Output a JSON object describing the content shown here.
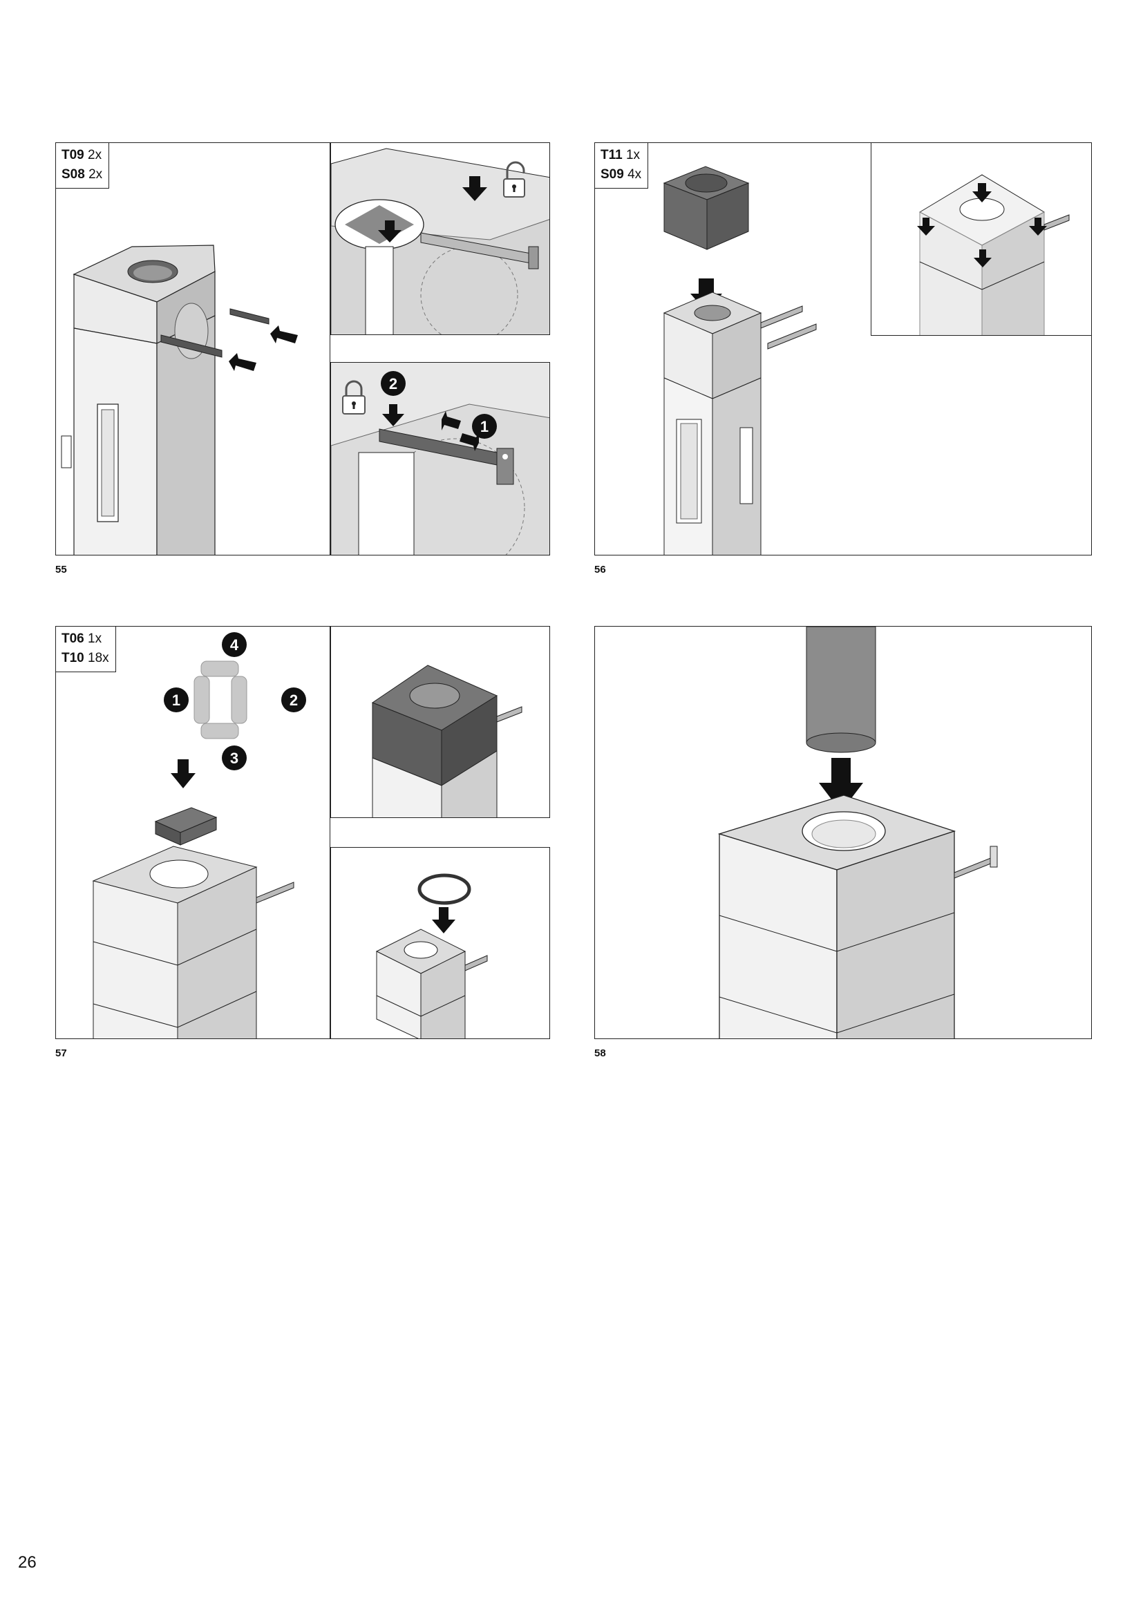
{
  "page_number": "26",
  "figures": [
    {
      "number": "55",
      "parts": [
        {
          "code": "T09",
          "qty": "2x"
        },
        {
          "code": "S08",
          "qty": "2x"
        }
      ],
      "steps": [
        "1",
        "2"
      ]
    },
    {
      "number": "56",
      "parts": [
        {
          "code": "T11",
          "qty": "1x"
        },
        {
          "code": "S09",
          "qty": "4x"
        }
      ]
    },
    {
      "number": "57",
      "parts": [
        {
          "code": "T06",
          "qty": "1x"
        },
        {
          "code": "T10",
          "qty": "18x"
        }
      ],
      "steps": [
        "1",
        "2",
        "3",
        "4"
      ]
    },
    {
      "number": "58",
      "parts": []
    }
  ],
  "icons": [
    "lock-open-icon",
    "lock-closed-icon",
    "arrow-down-icon",
    "step-badge-icon"
  ],
  "colors": {
    "stone_top": "#dcdcdc",
    "stone_side": "#c4c4c4",
    "dark_block": "#6a6a6a",
    "pipe": "#8c8c8c",
    "outline": "#222222"
  }
}
